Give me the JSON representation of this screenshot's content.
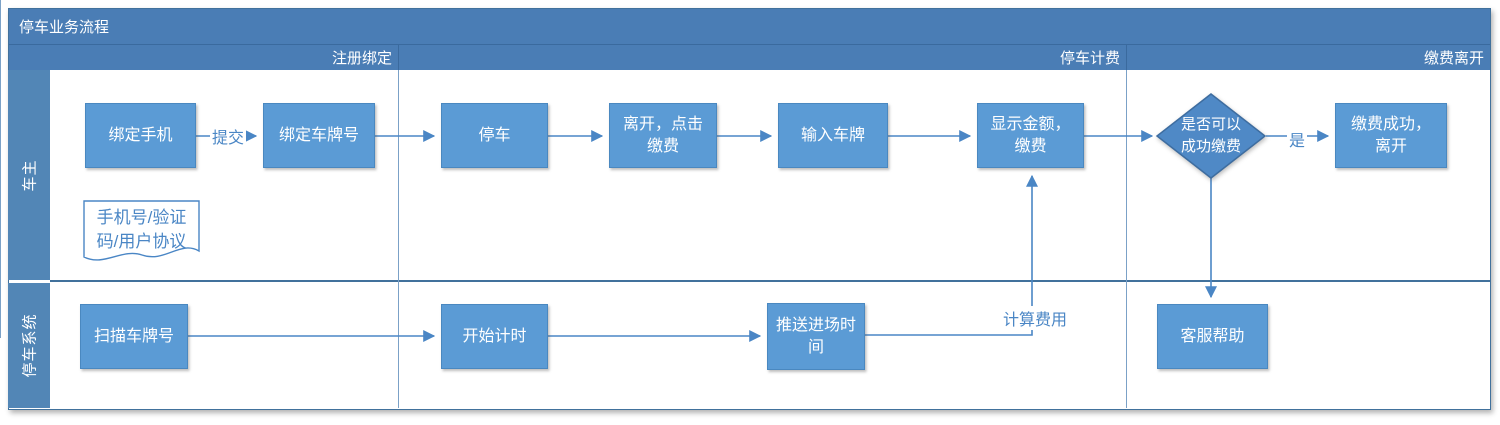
{
  "title": "停车业务流程",
  "phases": [
    {
      "label": "注册绑定"
    },
    {
      "label": "停车计费"
    },
    {
      "label": "缴费离开"
    }
  ],
  "lanes": [
    {
      "label": "车主"
    },
    {
      "label": "停车系统"
    }
  ],
  "nodes": {
    "bind_phone": "绑定手机",
    "bind_plate": "绑定车牌号",
    "park": "停车",
    "leave_click_pay": "离开，点击\n缴费",
    "enter_plate": "输入车牌",
    "show_amount": "显示金额，\n缴费",
    "decision_pay_ok": "是否可以\n成功缴费",
    "pay_success_leave": "缴费成功，\n离开",
    "scan_plate": "扫描车牌号",
    "start_timing": "开始计时",
    "push_entry_time": "推送进场时\n间",
    "customer_service": "客服帮助"
  },
  "document_note": {
    "text": "手机号/验证\n码/用户协议"
  },
  "edge_labels": {
    "submit": "提交",
    "yes": "是",
    "calc_fee": "计算费用"
  },
  "colors": {
    "band_blue": "#4a7db5",
    "lane_strip_blue": "#5286b6",
    "node_fill": "#5b9bd5",
    "node_border": "#4a88c0",
    "connector_blue": "#4a86c5",
    "grid_dark": "#41719c",
    "text_on_blue": "#ffffff"
  }
}
